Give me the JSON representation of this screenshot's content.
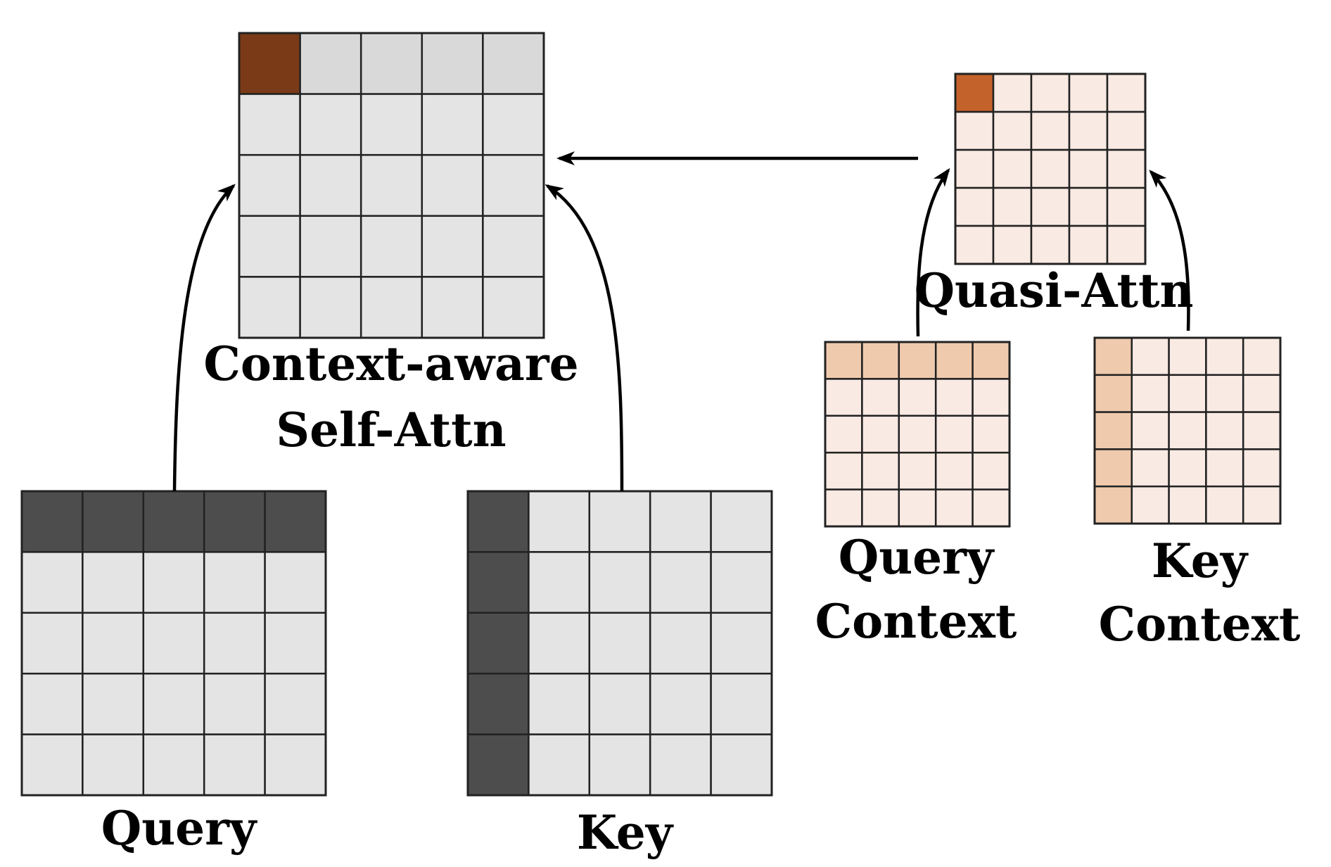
{
  "colors": {
    "background": "#ffffff",
    "gray_cell": "#e4e4e4",
    "gray_highlight_row": "#d9d9d9",
    "dark_cell": "#4d4d4d",
    "brown_cell": "#7a3a17",
    "peach_cell": "#f9eae3",
    "peach_highlight": "#efcaad",
    "orange_cell": "#c4622b",
    "grid_line": "#222222",
    "arrow": "#000000"
  },
  "matrices": {
    "self_attn": {
      "label_lines": [
        "Context-aware",
        "Self-Attn"
      ],
      "rows": 5,
      "cols": 5,
      "highlight": "top-left cell dark brown, rest of first row slightly darker gray"
    },
    "query": {
      "label_lines": [
        "Query"
      ],
      "rows": 5,
      "cols": 5,
      "highlight": "first row dark"
    },
    "key": {
      "label_lines": [
        "Key"
      ],
      "rows": 5,
      "cols": 5,
      "highlight": "first column dark"
    },
    "quasi_attn": {
      "label_lines": [
        "Quasi-Attn"
      ],
      "rows": 5,
      "cols": 5,
      "highlight": "top-left cell orange"
    },
    "query_context": {
      "label_lines": [
        "Query",
        "Context"
      ],
      "rows": 5,
      "cols": 5,
      "highlight": "first row peach"
    },
    "key_context": {
      "label_lines": [
        "Key",
        "Context"
      ],
      "rows": 5,
      "cols": 5,
      "highlight": "first column peach"
    }
  },
  "arrows": [
    {
      "from": "query",
      "to": "self_attn"
    },
    {
      "from": "key",
      "to": "self_attn"
    },
    {
      "from": "quasi_attn",
      "to": "self_attn"
    },
    {
      "from": "query_context",
      "to": "quasi_attn"
    },
    {
      "from": "key_context",
      "to": "quasi_attn"
    }
  ]
}
